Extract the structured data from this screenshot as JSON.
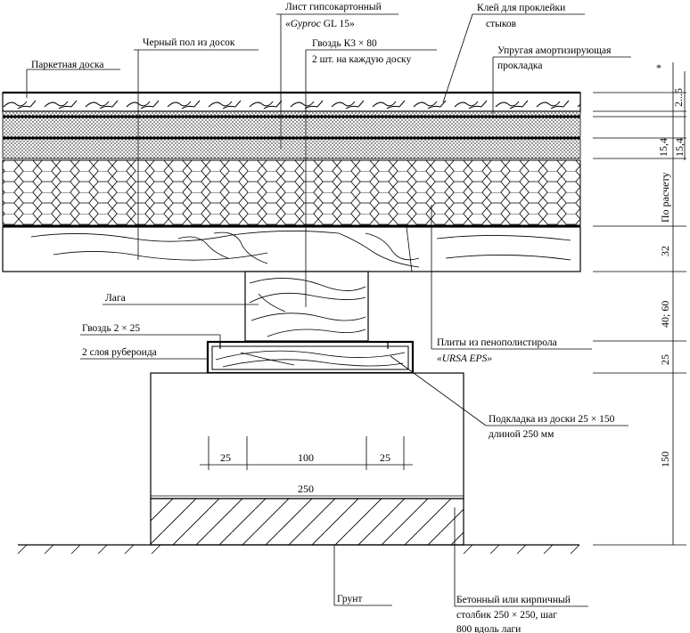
{
  "labels": {
    "parquet": "Паркетная доска",
    "subfloor": "Черный пол из досок",
    "gypsum_line1": "Лист гипсокартонный",
    "gypsum_line2_pre": "«",
    "gypsum_brand": "Gyproc",
    "gypsum_line2_post": " GL 15»",
    "nail_k3_line1": "Гвоздь К3 × 80",
    "nail_k3_line2": "2 шт. на каждую доску",
    "glue_line1": "Клей для проклейки",
    "glue_line2": "стыков",
    "elastic_line1": "Упругая амортизирующая",
    "elastic_line2": "прокладка",
    "joist": "Лага",
    "nail_2x25": "Гвоздь 2 × 25",
    "roofing": "2 слоя рубероида",
    "eps_line1": "Плиты из  пенополистирола",
    "eps_line2": "«URSA EPS»",
    "pad_line1": "Подкладка из доски 25 × 150",
    "pad_line2": "длиной 250 мм",
    "ground": "Грунт",
    "post_line1": "Бетонный или кирпичный",
    "post_line2": "столбик 250 × 250, шаг",
    "post_line3": "800 вдоль лаги"
  },
  "dimensions": {
    "right_top_mark": "*",
    "right_2_5": "2...5",
    "right_15_4_a": "15,4",
    "right_15_4_b": "15,4",
    "right_calc": "По расчету",
    "right_32": "32",
    "right_40_60": "40; 60",
    "right_25": "25",
    "right_150": "150",
    "bottom_25_left": "25",
    "bottom_100": "100",
    "bottom_25_right": "25",
    "bottom_250": "250"
  }
}
